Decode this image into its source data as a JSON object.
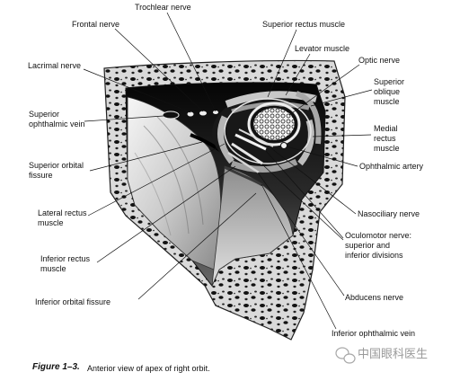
{
  "figure": {
    "caption_label": "Figure 1–3.",
    "caption_text": "Anterior view of apex of right orbit."
  },
  "labels": {
    "trochlear_nerve": [
      "Trochlear nerve"
    ],
    "frontal_nerve": [
      "Frontal nerve"
    ],
    "superior_rectus_muscle": [
      "Superior rectus muscle"
    ],
    "levator_muscle": [
      "Levator muscle"
    ],
    "optic_nerve": [
      "Optic nerve"
    ],
    "lacrimal_nerve": [
      "Lacrimal nerve"
    ],
    "superior_oblique_muscle": [
      "Superior",
      "oblique",
      "muscle"
    ],
    "superior_ophthalmic_vein": [
      "Superior",
      "ophthalmic vein"
    ],
    "medial_rectus_muscle": [
      "Medial",
      "rectus",
      "muscle"
    ],
    "ophthalmic_artery": [
      "Ophthalmic artery"
    ],
    "superior_orbital_fissure": [
      "Superior orbital",
      "fissure"
    ],
    "lateral_rectus_muscle": [
      "Lateral rectus",
      "muscle"
    ],
    "nasociliary_nerve": [
      "Nasociliary nerve"
    ],
    "oculomotor_nerve": [
      "Oculomotor nerve:",
      "superior and",
      "inferior divisions"
    ],
    "inferior_rectus_muscle": [
      "Inferior rectus",
      "muscle"
    ],
    "inferior_orbital_fissure": [
      "Inferior orbital fissure"
    ],
    "abducens_nerve": [
      "Abducens nerve"
    ],
    "inferior_ophthalmic_vein": [
      "Inferior ophthalmic vein"
    ]
  },
  "watermark": {
    "text": "中国眼科医生",
    "icon": "wechat-icon"
  },
  "colors": {
    "background": "#ffffff",
    "line": "#111111",
    "watermark": "#9a9a9a"
  }
}
